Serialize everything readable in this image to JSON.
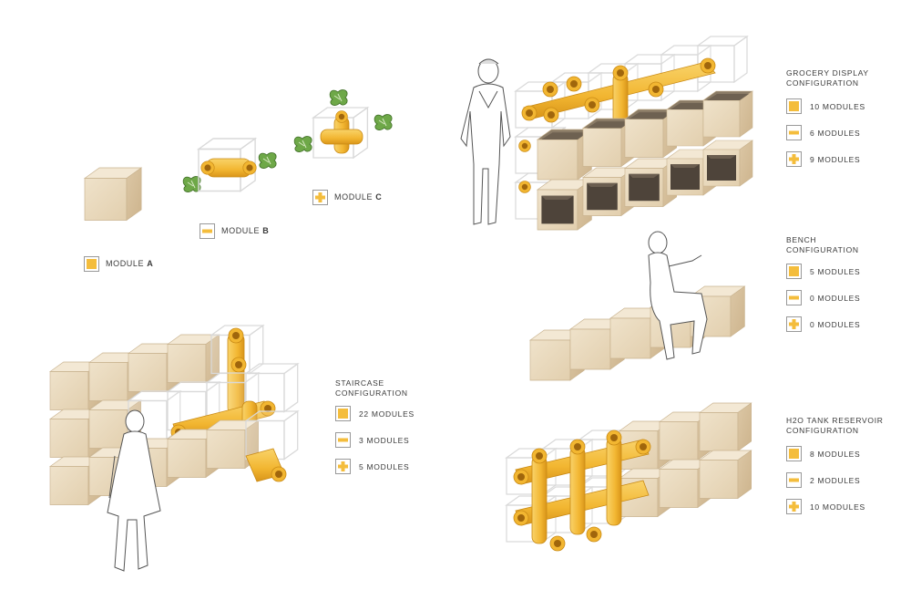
{
  "colors": {
    "wood": "#ecdcc3",
    "wood_dark": "#d7c3a2",
    "pipe": "#f4bd3c",
    "pipe_dark": "#dd9b1a",
    "glass": "#dddddd",
    "lettuce": "#5f9b3a"
  },
  "modules": {
    "a": {
      "prefix": "MODULE",
      "letter": "A",
      "icon": "square-fill-icon"
    },
    "b": {
      "prefix": "MODULE",
      "letter": "B",
      "icon": "dash-icon"
    },
    "c": {
      "prefix": "MODULE",
      "letter": "C",
      "icon": "plus-icon"
    }
  },
  "configs": [
    {
      "title1": "GROCERY DISPLAY",
      "title2": "CONFIGURATION",
      "rows": [
        {
          "text": "10 MODULES",
          "icon": "square-fill-icon"
        },
        {
          "text": "6 MODULES",
          "icon": "dash-icon"
        },
        {
          "text": "9 MODULES",
          "icon": "plus-icon"
        }
      ]
    },
    {
      "title1": "BENCH",
      "title2": "CONFIGURATION",
      "rows": [
        {
          "text": "5 MODULES",
          "icon": "square-fill-icon"
        },
        {
          "text": "0 MODULES",
          "icon": "dash-icon"
        },
        {
          "text": "0 MODULES",
          "icon": "plus-icon"
        }
      ]
    },
    {
      "title1": "STAIRCASE",
      "title2": "CONFIGURATION",
      "rows": [
        {
          "text": "22 MODULES",
          "icon": "square-fill-icon"
        },
        {
          "text": "3 MODULES",
          "icon": "dash-icon"
        },
        {
          "text": "5 MODULES",
          "icon": "plus-icon"
        }
      ]
    },
    {
      "title1": "H2O TANK RESERVOIR",
      "title2": "CONFIGURATION",
      "rows": [
        {
          "text": "8 MODULES",
          "icon": "square-fill-icon"
        },
        {
          "text": "2 MODULES",
          "icon": "dash-icon"
        },
        {
          "text": "10 MODULES",
          "icon": "plus-icon"
        }
      ]
    }
  ]
}
